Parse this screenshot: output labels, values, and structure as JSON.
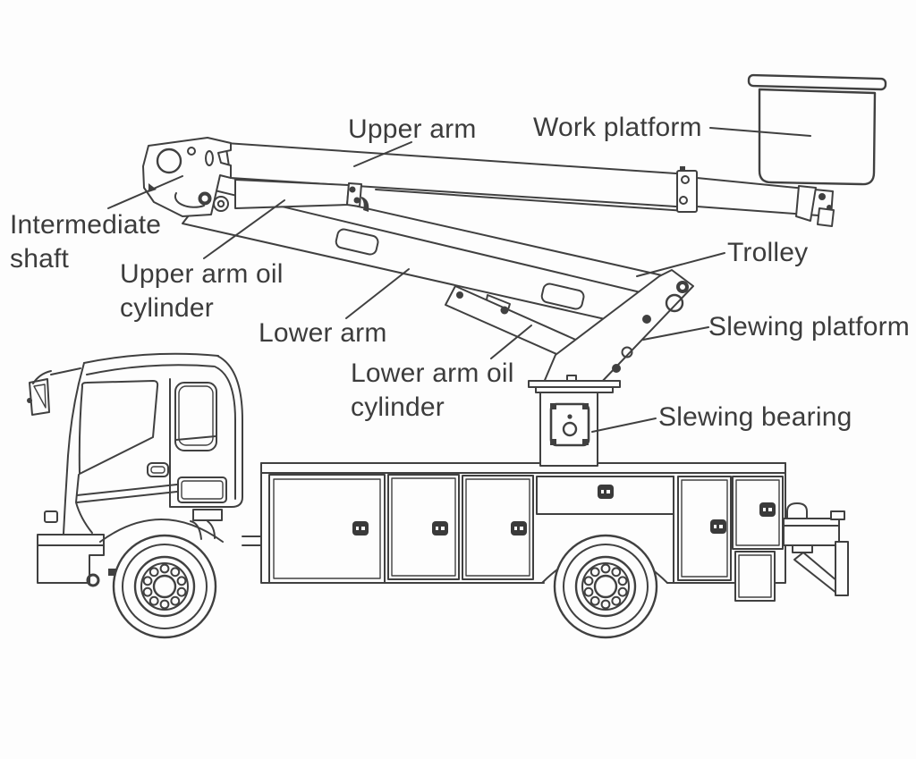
{
  "diagram": {
    "type": "technical-illustration",
    "subject": "Truck-mounted aerial work platform (bucket truck), side view with part callouts",
    "colors": {
      "background": "#fdfdfd",
      "line": "#404040",
      "text": "#3c3c3c"
    },
    "labels": {
      "upper_arm": "Upper arm",
      "work_platform": "Work platform",
      "intermediate_shaft": "Intermediate\nshaft",
      "upper_arm_oil_cylinder": "Upper arm oil\ncylinder",
      "lower_arm": "Lower arm",
      "lower_arm_oil_cylinder": "Lower arm oil\ncylinder",
      "trolley": "Trolley",
      "slewing_platform": "Slewing platform",
      "slewing_bearing": "Slewing bearing"
    }
  }
}
